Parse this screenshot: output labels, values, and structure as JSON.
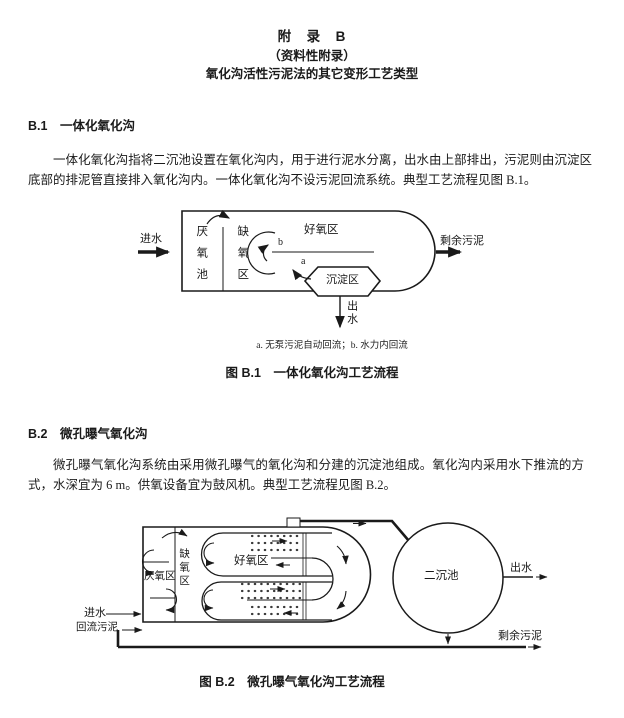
{
  "doc": {
    "title1": "附　录　B",
    "title2": "（资料性附录）",
    "title3": "氧化沟活性污泥法的其它变形工艺类型"
  },
  "b1": {
    "heading": "B.1　一体化氧化沟",
    "para": "一体化氧化沟指将二沉池设置在氧化沟内，用于进行泥水分离，出水由上部排出，污泥则由沉淀区底部的排泥管直接排入氧化沟内。一体化氧化沟不设污泥回流系统。典型工艺流程见图 B.1。",
    "fig": {
      "influent": "进水",
      "anaerobic": "厌氧池",
      "anoxic": "缺氧区",
      "aerobic": "好氧区",
      "settling": "沉淀区",
      "marker_a": "a",
      "marker_b": "b",
      "effluent": "出水",
      "excess": "剩余污泥",
      "footnote": "a. 无泵污泥自动回流；b. 水力内回流",
      "caption": "图 B.1　一体化氧化沟工艺流程"
    }
  },
  "b2": {
    "heading": "B.2　微孔曝气氧化沟",
    "para": "微孔曝气氧化沟系统由采用微孔曝气的氧化沟和分建的沉淀池组成。氧化沟内采用水下推流的方式，水深宜为 6 m。供氧设备宜为鼓风机。典型工艺流程见图 B.2。",
    "fig": {
      "influent": "进水",
      "return_sludge": "回流污泥",
      "anaerobic": "厌氧区",
      "anoxic": "缺氧区",
      "aerobic": "好氧区",
      "clarifier": "二沉池",
      "effluent": "出水",
      "excess": "剩余污泥",
      "caption": "图 B.2　微孔曝气氧化沟工艺流程"
    }
  },
  "colors": {
    "ink": "#1a1a1a",
    "paper": "#ffffff"
  }
}
